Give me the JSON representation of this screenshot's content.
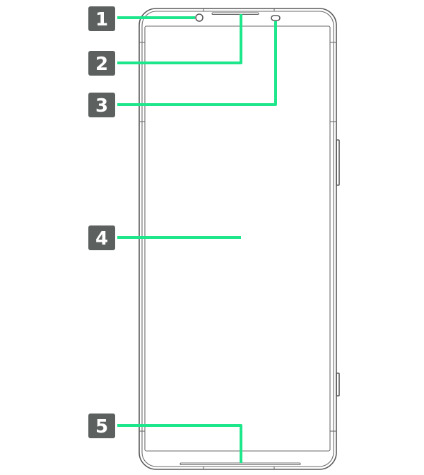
{
  "colors": {
    "badge_bg": "#5c6160",
    "badge_text": "#ffffff",
    "leader": "#1ee68a",
    "outline": "#5a5a5a"
  },
  "callouts": [
    {
      "label": "1",
      "target": "front-camera"
    },
    {
      "label": "2",
      "target": "earpiece-speaker"
    },
    {
      "label": "3",
      "target": "proximity-light-sensor"
    },
    {
      "label": "4",
      "target": "display"
    },
    {
      "label": "5",
      "target": "bottom-microphone"
    }
  ]
}
